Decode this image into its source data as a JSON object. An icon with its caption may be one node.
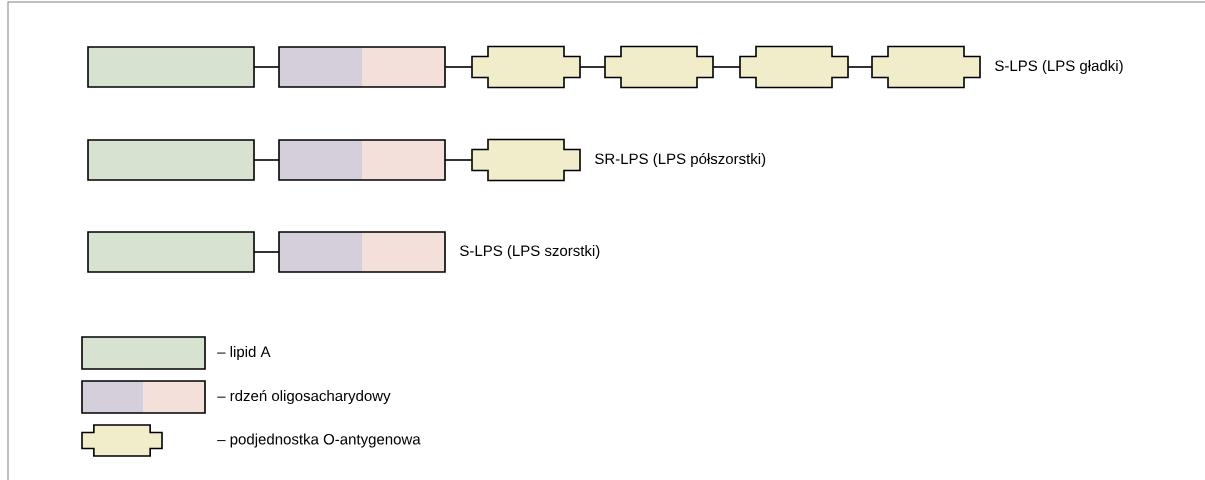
{
  "diagram": {
    "nodes": [
      {
        "text": [],
        "shape": "box"
      },
      {
        "text": [],
        "shape": "box"
      },
      {
        "text": [],
        "shape": "cross"
      },
      {
        "text": [],
        "shape": "cross"
      },
      {
        "text": [],
        "shape": "cross"
      },
      {
        "text": [],
        "shape": "cross",
        "beside": [
          "S-LPS (LPS gładki)"
        ]
      },
      {
        "text": [],
        "shape": "box"
      },
      {
        "text": [],
        "shape": "box"
      },
      {
        "text": [],
        "shape": "cross",
        "beside": [
          "SR-LPS (LPS półszorstki)"
        ]
      },
      {
        "text": [],
        "shape": "box"
      },
      {
        "text": [],
        "shape": "box",
        "beside": [
          "S-LPS (LPS szorstki)"
        ]
      }
    ],
    "edges": [
      {
        "from": 0,
        "to": 1,
        "arrow": "none"
      },
      {
        "from": 1,
        "to": 2,
        "arrow": "none"
      },
      {
        "from": 2,
        "to": 3,
        "arrow": "none"
      },
      {
        "from": 3,
        "to": 4,
        "arrow": "none"
      },
      {
        "from": 4,
        "to": 5,
        "arrow": "none"
      },
      {
        "from": 6,
        "to": 7,
        "arrow": "none"
      },
      {
        "from": 7,
        "to": 8,
        "arrow": "none"
      },
      {
        "from": 9,
        "to": 10,
        "arrow": "none"
      }
    ],
    "legend": [
      {
        "text": "– lipid A",
        "color": "#d7e3d0"
      },
      {
        "text": "– rdzeń oligosacharydowy"
      },
      {
        "text": "– podjednostka O-antygenowa"
      }
    ]
  }
}
